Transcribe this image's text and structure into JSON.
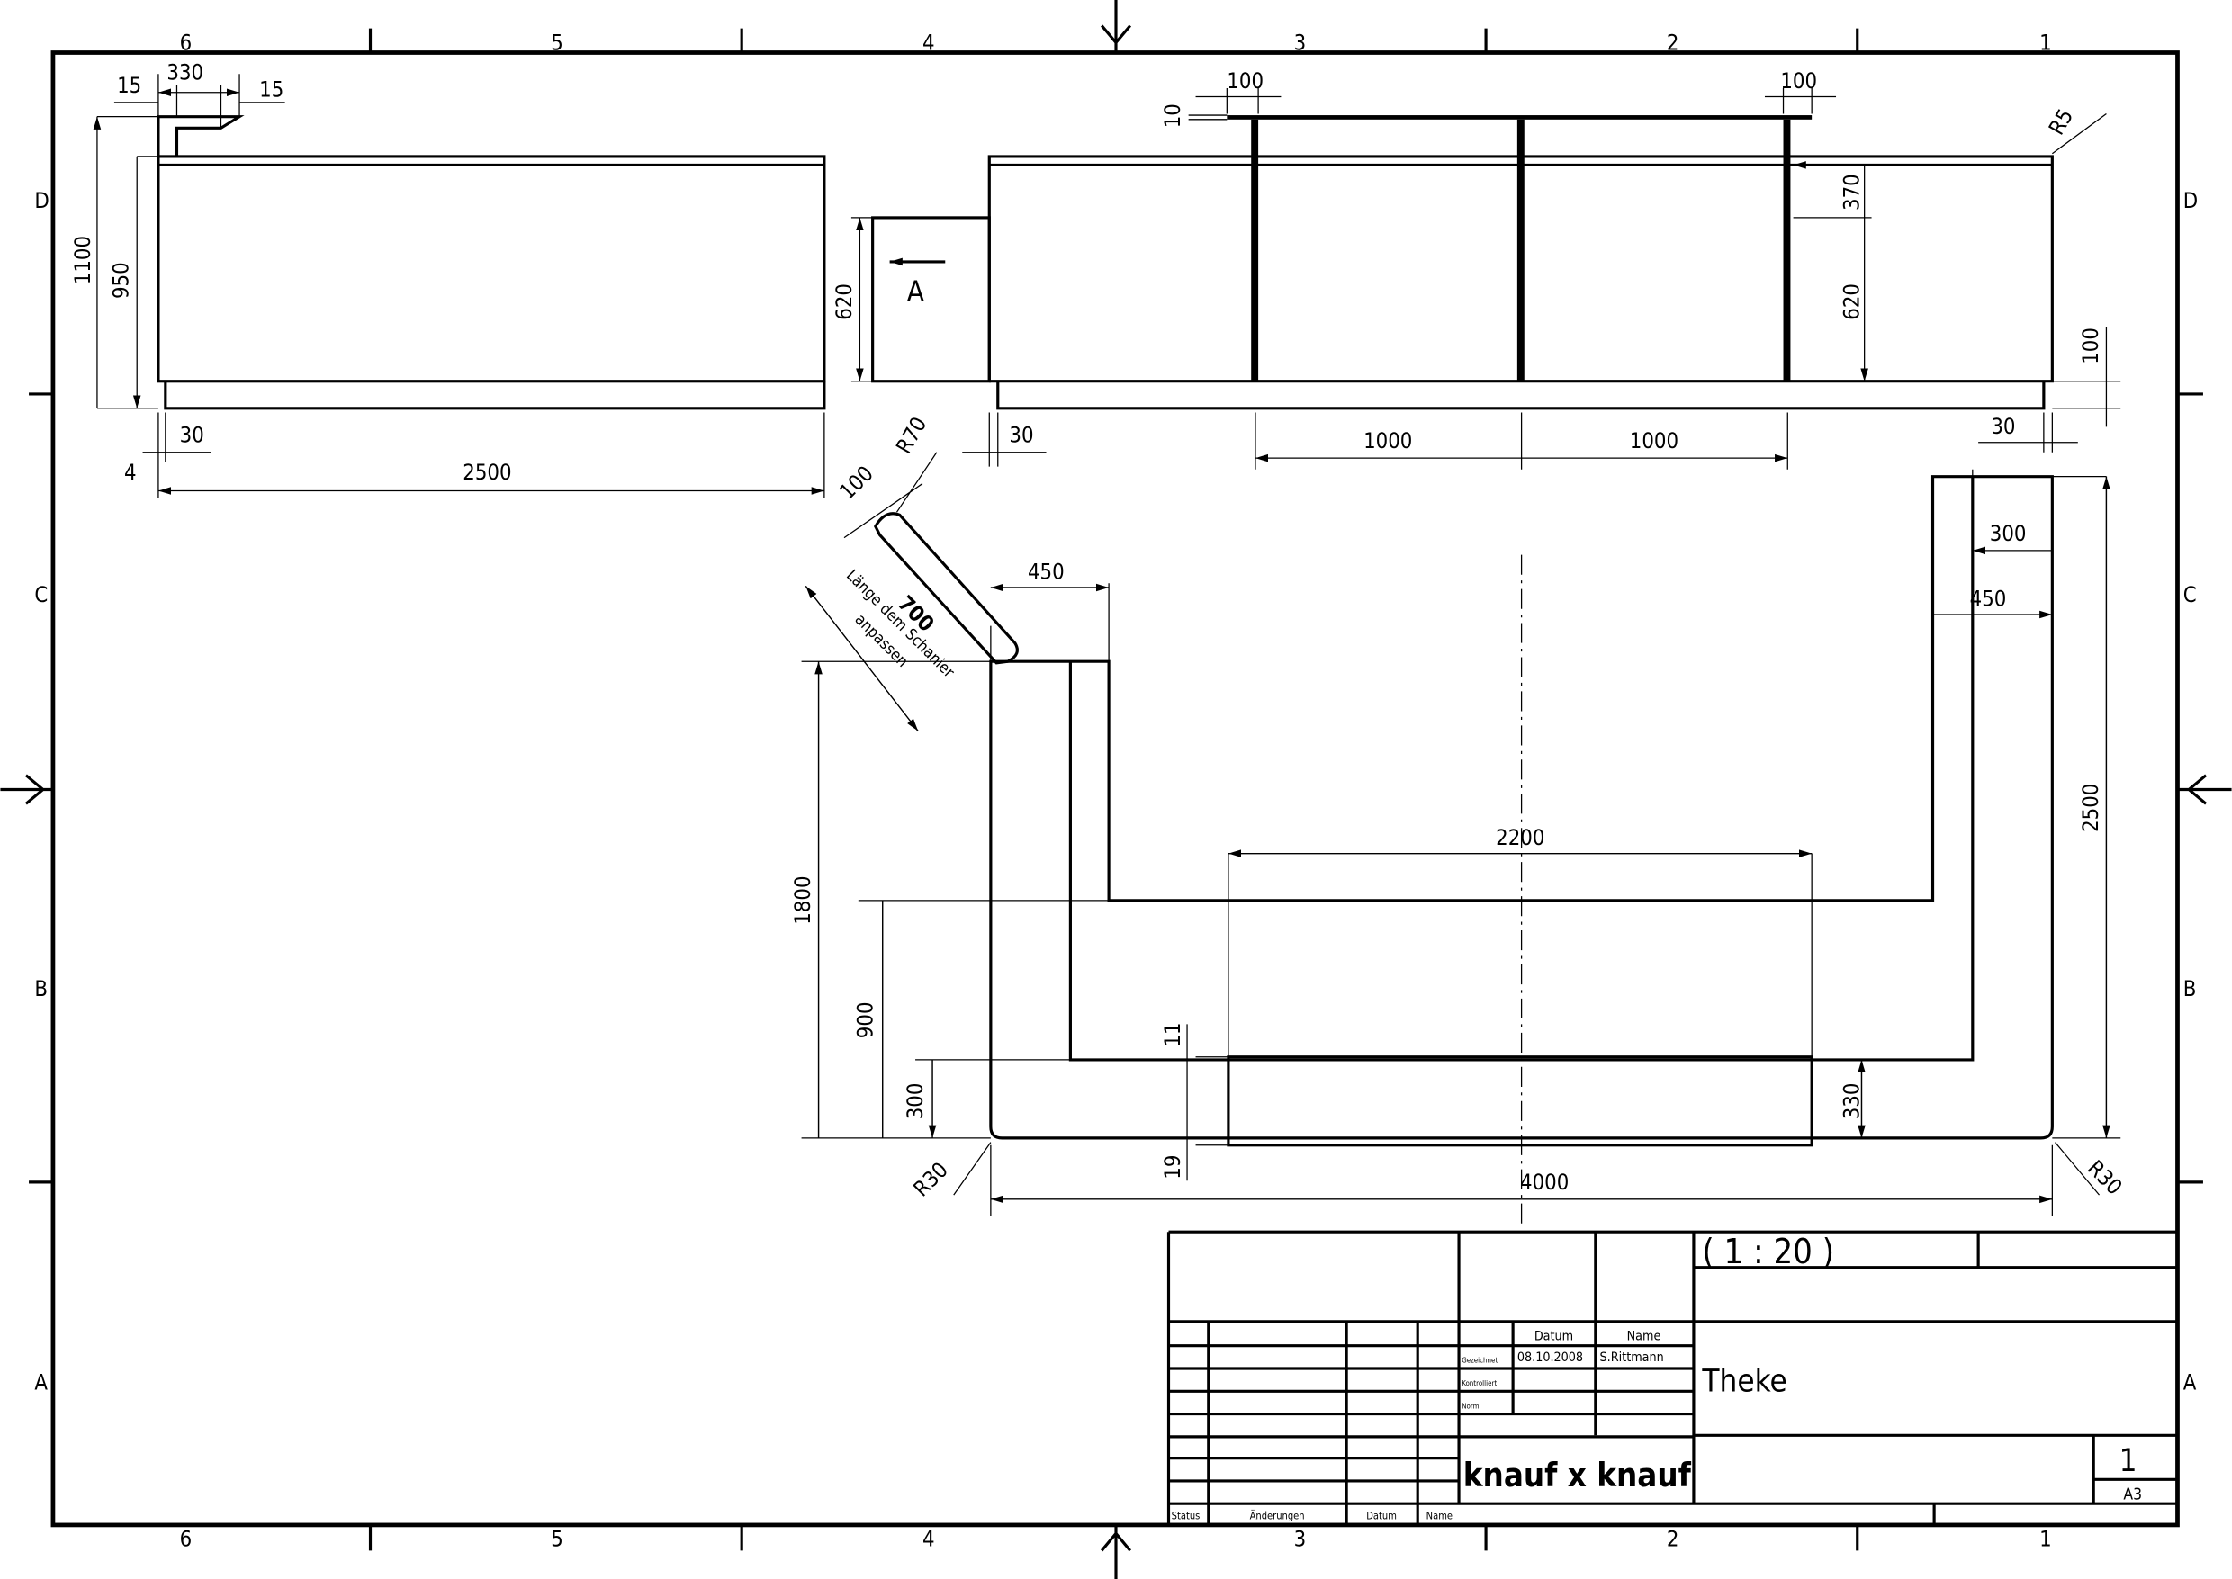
{
  "sheet": {
    "zones_top": [
      "6",
      "5",
      "4",
      "3",
      "2",
      "1"
    ],
    "zones_side": [
      "D",
      "C",
      "B",
      "A"
    ]
  },
  "dims": {
    "fl_15a": "15",
    "fl_330": "330",
    "fl_15b": "15",
    "fl_1100": "1100",
    "fl_950": "950",
    "fl_30": "30",
    "fl_4": "4",
    "fl_2500": "2500",
    "va_620": "620",
    "va_label": "A",
    "fm_30": "30",
    "fr_100a": "100",
    "fr_100b": "100",
    "fr_10": "10",
    "fr_r5": "R5",
    "fr_370": "370",
    "fr_620": "620",
    "fr_100c": "100",
    "fr_30": "30",
    "fr_1000a": "1000",
    "fr_1000b": "1000",
    "p_r70": "R70",
    "p_100": "100",
    "p_700": "700",
    "p_note1": "Länge dem Schanier",
    "p_note2": "anpassen",
    "p_450a": "450",
    "p_300a": "300",
    "p_450b": "450",
    "p_2500": "2500",
    "p_2200": "2200",
    "p_1800": "1800",
    "p_900": "900",
    "p_11": "11",
    "p_300b": "300",
    "p_330": "330",
    "p_19": "19",
    "p_r30a": "R30",
    "p_4000": "4000",
    "p_r30b": "R30"
  },
  "title_block": {
    "scale": "( 1 : 20 )",
    "title": "Theke",
    "company": "knauf x knauf",
    "sheet_no": "1",
    "format": "A3",
    "col_datum": "Datum",
    "col_name": "Name",
    "row_drawn": "Gezeichnet",
    "row_checked": "Kontrolliert",
    "row_norm": "Norm",
    "drawn_date": "08.10.2008",
    "drawn_name": "S.Rittmann",
    "rev_status": "Status",
    "rev_changes": "Änderungen",
    "rev_date": "Datum",
    "rev_name": "Name"
  }
}
